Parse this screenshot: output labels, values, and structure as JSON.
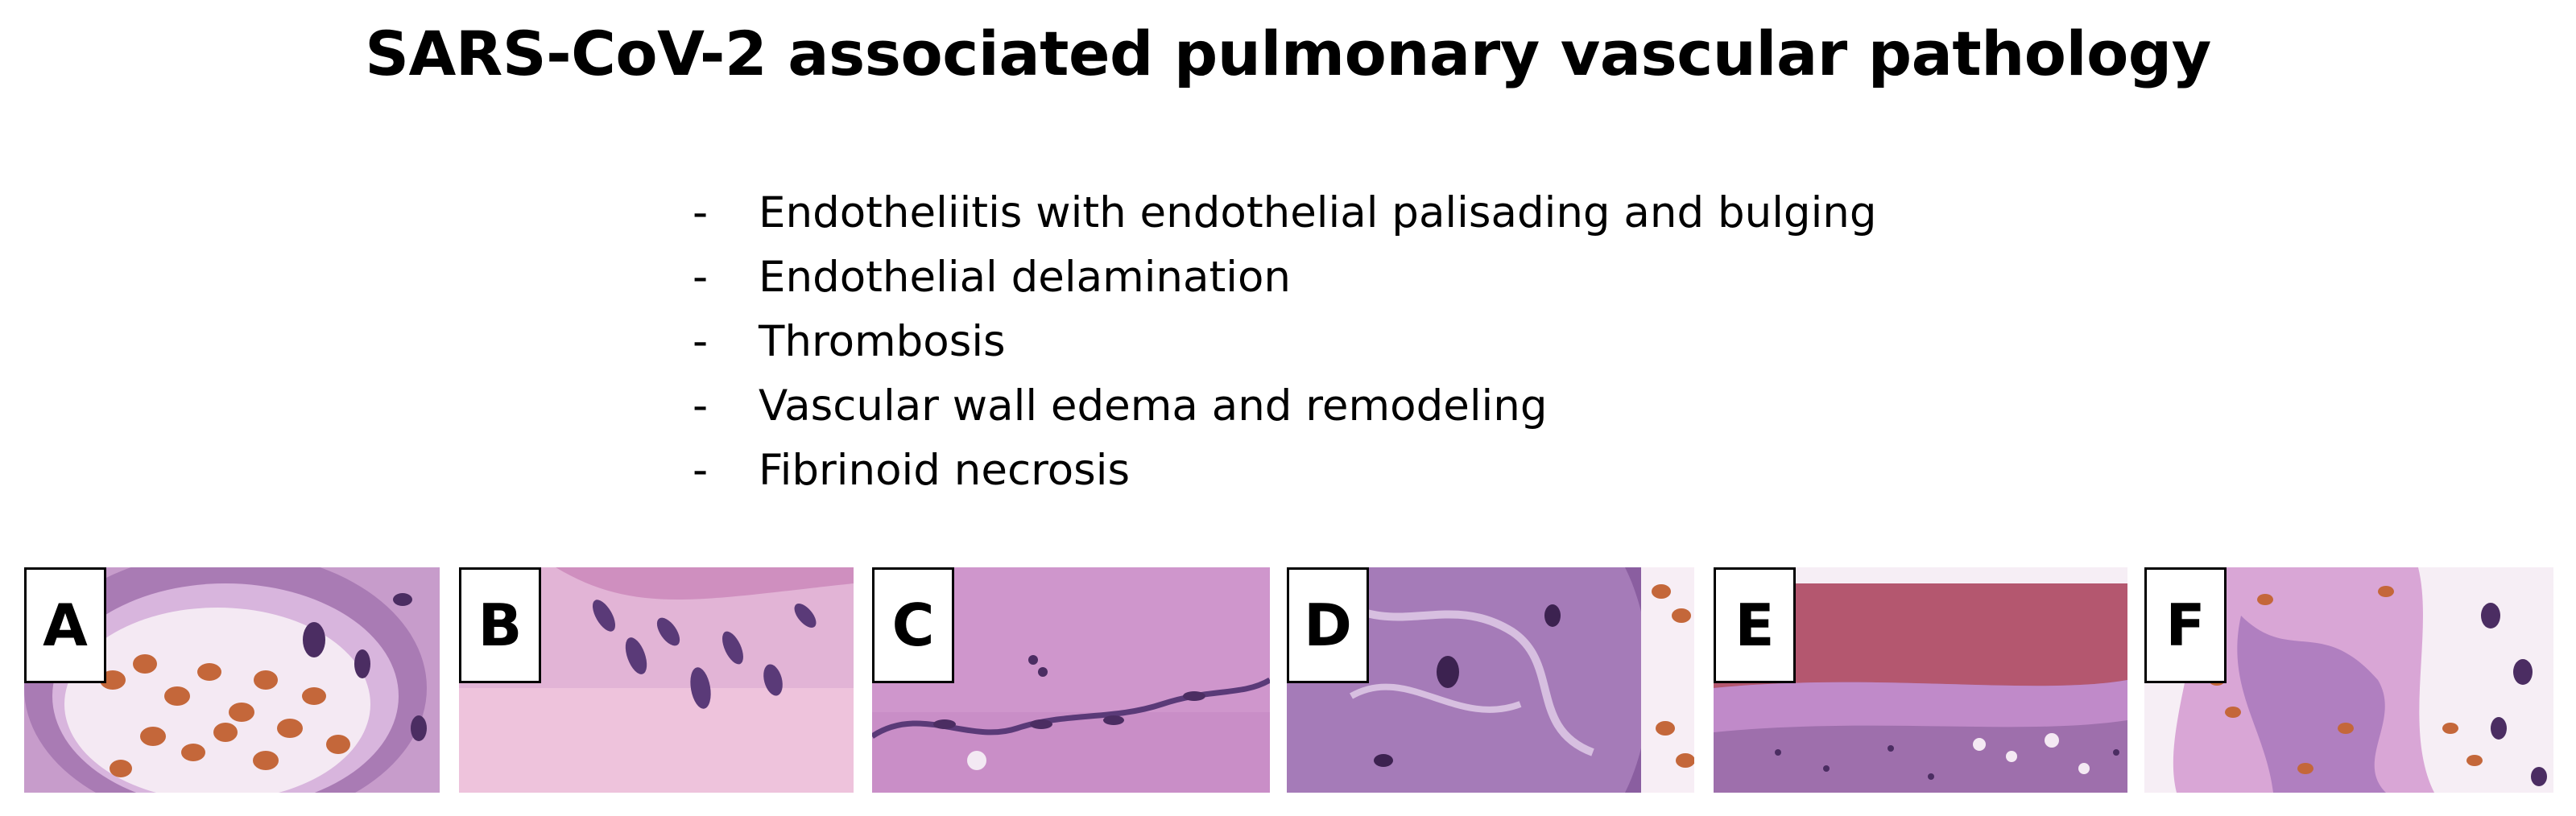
{
  "title": "SARS-CoV-2 associated pulmonary vascular pathology",
  "bullets": [
    {
      "marker": "-",
      "text": "Endotheliitis with endothelial palisading and  bulging"
    },
    {
      "marker": "-",
      "text": "Endothelial delamination"
    },
    {
      "marker": "-",
      "text": "Thrombosis"
    },
    {
      "marker": "-",
      "text": "Vascular wall edema and remodeling"
    },
    {
      "marker": "-",
      "text": "Fibrinoid necrosis"
    }
  ],
  "panels": [
    {
      "label": "A"
    },
    {
      "label": "B"
    },
    {
      "label": "C"
    },
    {
      "label": "D"
    },
    {
      "label": "E"
    },
    {
      "label": "F"
    }
  ],
  "colors": {
    "stain_pink": "#d9a6d6",
    "stain_purple": "#9a6aa8",
    "nuclei": "#4b2d62",
    "erythrocytes": "#c4673a"
  }
}
